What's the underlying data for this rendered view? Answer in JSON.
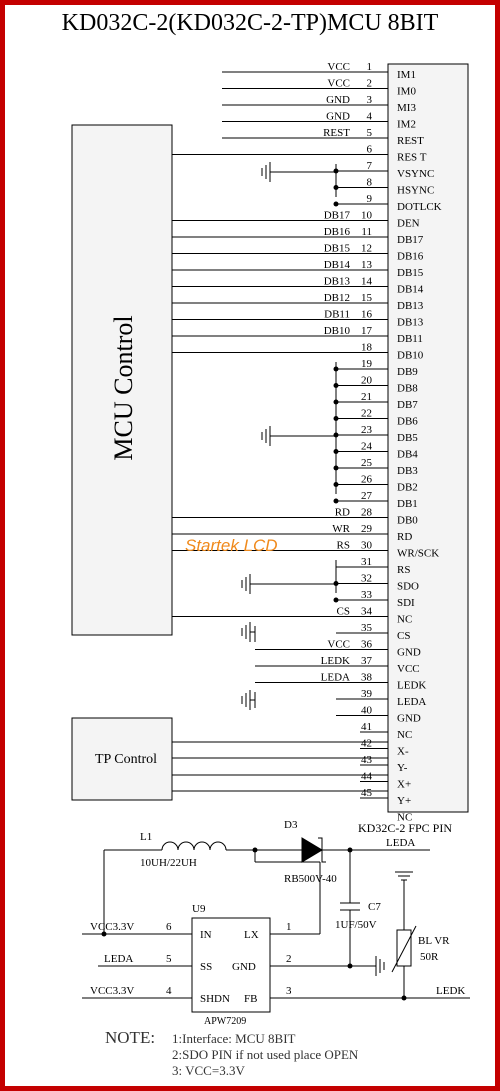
{
  "title": "KD032C-2(KD032C-2-TP)MCU 8BIT",
  "mcu_label": "MCU Control",
  "tp_label": "TP Control",
  "fpc_label": "KD32C-2 FPC PIN",
  "watermark": "Startek LCD",
  "pins": [
    {
      "num": "1",
      "name": "IM1",
      "sig": "VCC"
    },
    {
      "num": "2",
      "name": "IM0",
      "sig": "VCC"
    },
    {
      "num": "3",
      "name": "MI3",
      "sig": "GND"
    },
    {
      "num": "4",
      "name": "IM2",
      "sig": "GND"
    },
    {
      "num": "5",
      "name": "REST",
      "sig": "REST"
    },
    {
      "num": "6",
      "name": "RES T",
      "sig": ""
    },
    {
      "num": "7",
      "name": "VSYNC",
      "sig": ""
    },
    {
      "num": "8",
      "name": "HSYNC",
      "sig": ""
    },
    {
      "num": "9",
      "name": "DOTLCK",
      "sig": ""
    },
    {
      "num": "10",
      "name": "DEN",
      "sig": "DB17"
    },
    {
      "num": "11",
      "name": "DB17",
      "sig": "DB16"
    },
    {
      "num": "12",
      "name": "DB16",
      "sig": "DB15"
    },
    {
      "num": "13",
      "name": "DB15",
      "sig": "DB14"
    },
    {
      "num": "14",
      "name": "DB14",
      "sig": "DB13"
    },
    {
      "num": "15",
      "name": "DB13",
      "sig": "DB12"
    },
    {
      "num": "16",
      "name": "DB13",
      "sig": "DB11"
    },
    {
      "num": "17",
      "name": "DB11",
      "sig": "DB10"
    },
    {
      "num": "18",
      "name": "DB10",
      "sig": ""
    },
    {
      "num": "19",
      "name": "DB9",
      "sig": ""
    },
    {
      "num": "20",
      "name": "DB8",
      "sig": ""
    },
    {
      "num": "21",
      "name": "DB7",
      "sig": ""
    },
    {
      "num": "22",
      "name": "DB6",
      "sig": ""
    },
    {
      "num": "23",
      "name": "DB5",
      "sig": ""
    },
    {
      "num": "24",
      "name": "DB4",
      "sig": ""
    },
    {
      "num": "25",
      "name": "DB3",
      "sig": ""
    },
    {
      "num": "26",
      "name": "DB2",
      "sig": ""
    },
    {
      "num": "27",
      "name": "DB1",
      "sig": ""
    },
    {
      "num": "28",
      "name": "DB0",
      "sig": "RD"
    },
    {
      "num": "29",
      "name": "RD",
      "sig": "WR"
    },
    {
      "num": "30",
      "name": "WR/SCK",
      "sig": "RS"
    },
    {
      "num": "31",
      "name": "RS",
      "sig": ""
    },
    {
      "num": "32",
      "name": "SDO",
      "sig": ""
    },
    {
      "num": "33",
      "name": "SDI",
      "sig": ""
    },
    {
      "num": "34",
      "name": "NC",
      "sig": "CS"
    },
    {
      "num": "35",
      "name": "CS",
      "sig": ""
    },
    {
      "num": "36",
      "name": "GND",
      "sig": "VCC"
    },
    {
      "num": "37",
      "name": "VCC",
      "sig": "LEDK"
    },
    {
      "num": "38",
      "name": "LEDK",
      "sig": "LEDA"
    },
    {
      "num": "39",
      "name": "LEDA",
      "sig": ""
    },
    {
      "num": "40",
      "name": "GND",
      "sig": ""
    },
    {
      "num": "41",
      "name": "NC",
      "sig": ""
    },
    {
      "num": "42",
      "name": "X-",
      "sig": ""
    },
    {
      "num": "43",
      "name": "Y-",
      "sig": ""
    },
    {
      "num": "44",
      "name": "X+",
      "sig": ""
    },
    {
      "num": "45",
      "name": "Y+",
      "sig": ""
    },
    {
      "num": "",
      "name": "NC",
      "sig": ""
    }
  ],
  "circuit": {
    "l1": "L1",
    "l1_value": "10UH/22UH",
    "d3": "D3",
    "d3_value": "RB500V-40",
    "leda_top": "LEDA",
    "c7": "C7",
    "c7_value": "1UF/50V",
    "bl_vr": "BL VR",
    "bl_vr_value": "50R",
    "u9": "U9",
    "chip": "APW7209",
    "pins_left": [
      {
        "net": "VCC3.3V",
        "num": "6",
        "name": "IN"
      },
      {
        "net": "LEDA",
        "num": "5",
        "name": "SS"
      },
      {
        "net": "VCC3.3V",
        "num": "4",
        "name": "SHDN"
      }
    ],
    "pins_right": [
      {
        "num": "1",
        "name": "LX"
      },
      {
        "num": "2",
        "name": "GND"
      },
      {
        "num": "3",
        "name": "FB"
      }
    ],
    "ledk": "LEDK"
  },
  "notes": {
    "label": "NOTE:",
    "lines": [
      "1:Interface: MCU 8BIT",
      "2:SDO PIN if not used place OPEN",
      "3: VCC=3.3V"
    ]
  },
  "colors": {
    "frame": "#c40000",
    "watermark": "#f08a1c",
    "box_fill": "#f4f4f4"
  }
}
